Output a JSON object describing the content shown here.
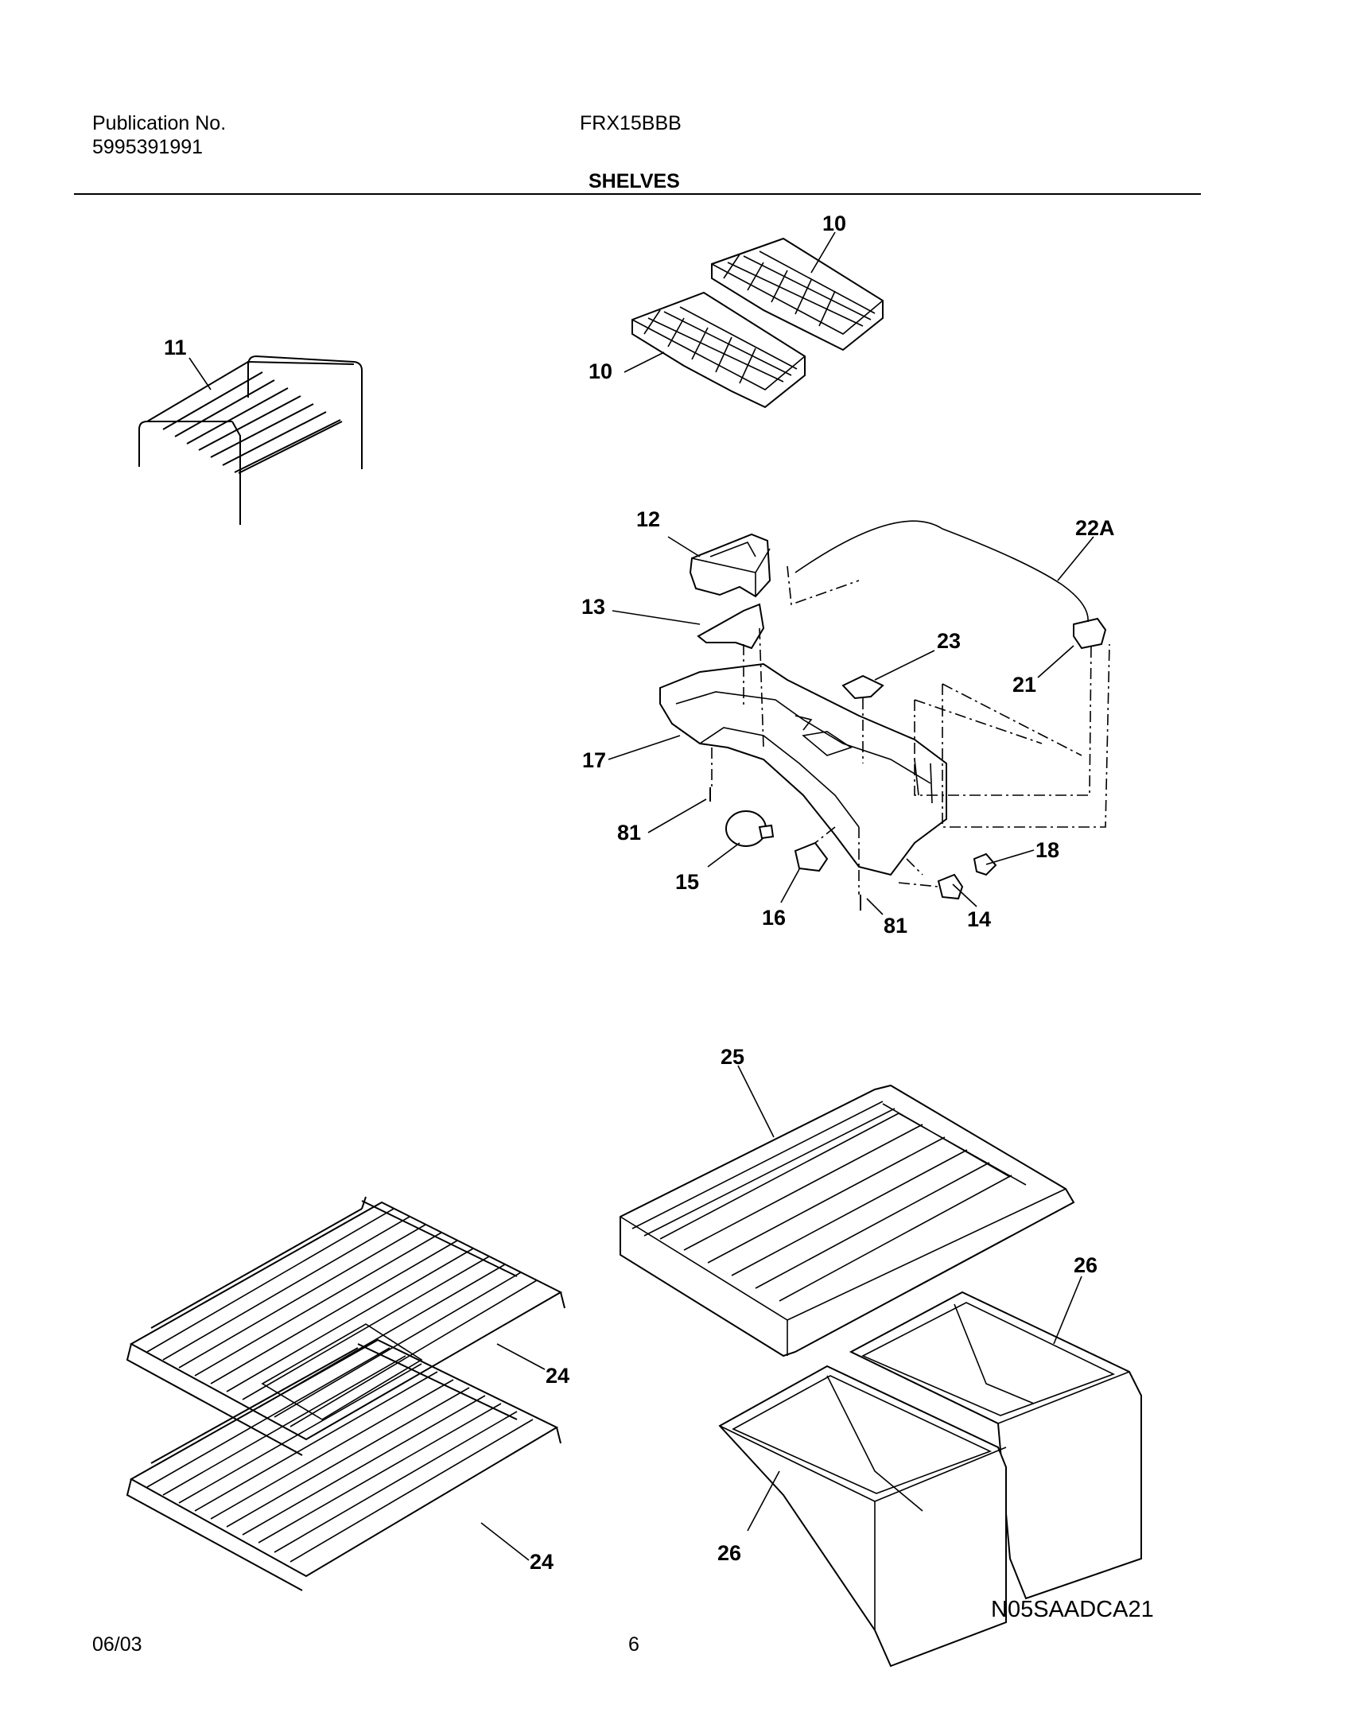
{
  "header": {
    "publication_label": "Publication No.",
    "publication_number": "5995391991",
    "model": "FRX15BBB",
    "section_title": "SHELVES"
  },
  "callouts": {
    "c10a": "10",
    "c10b": "10",
    "c11": "11",
    "c12": "12",
    "c13": "13",
    "c22a": "22A",
    "c23": "23",
    "c21": "21",
    "c17": "17",
    "c81a": "81",
    "c81b": "81",
    "c15": "15",
    "c16": "16",
    "c18": "18",
    "c14": "14",
    "c25": "25",
    "c26a": "26",
    "c26b": "26",
    "c24a": "24",
    "c24b": "24"
  },
  "diagram_code": "N05SAADCA21",
  "footer": {
    "date": "06/03",
    "page_number": "6"
  }
}
